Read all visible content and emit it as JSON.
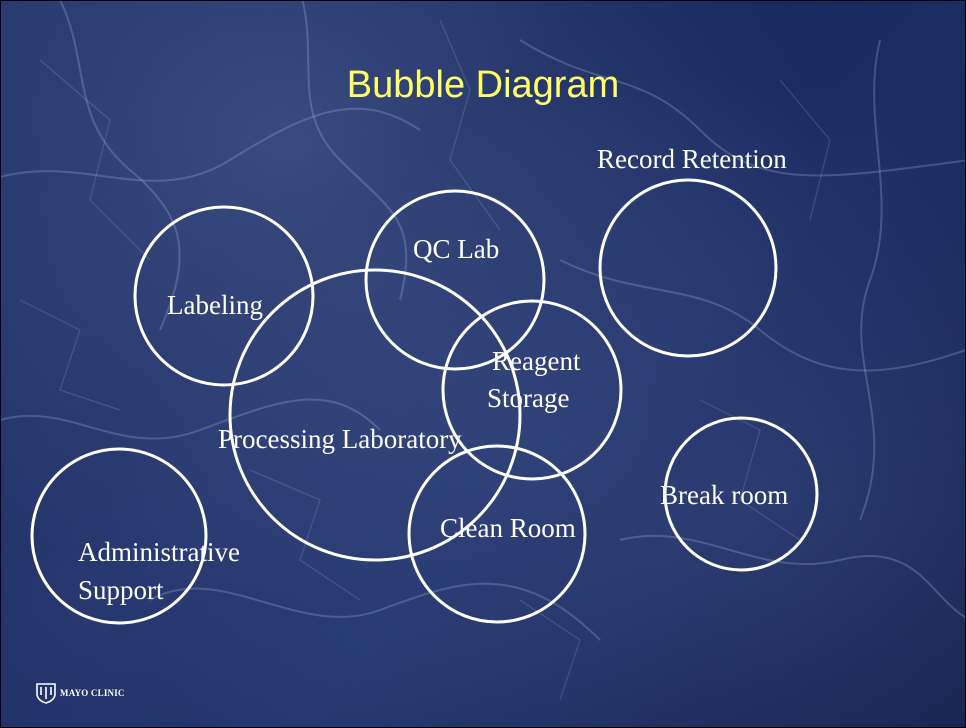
{
  "slide": {
    "title": "Bubble Diagram"
  },
  "bubbles": [
    {
      "id": "labeling",
      "label": "Labeling"
    },
    {
      "id": "qc-lab",
      "label": "QC Lab"
    },
    {
      "id": "record-retention",
      "label": "Record Retention"
    },
    {
      "id": "processing-laboratory",
      "label": "Processing Laboratory"
    },
    {
      "id": "reagent-storage",
      "label": "Reagent Storage",
      "label_lines": [
        "Reagent",
        "Storage"
      ]
    },
    {
      "id": "clean-room",
      "label": "Clean Room"
    },
    {
      "id": "break-room",
      "label": "Break room"
    },
    {
      "id": "administrative-support",
      "label": "Administrative Support",
      "label_lines": [
        "Administrative",
        "Support"
      ]
    }
  ],
  "logo": {
    "icon": "mayo-shield-icon",
    "text": "MAYO CLINIC"
  },
  "colors": {
    "title": "#ffff66",
    "bubble_stroke": "#ffffff",
    "label": "#ffffff",
    "background": "#1b2d62"
  }
}
